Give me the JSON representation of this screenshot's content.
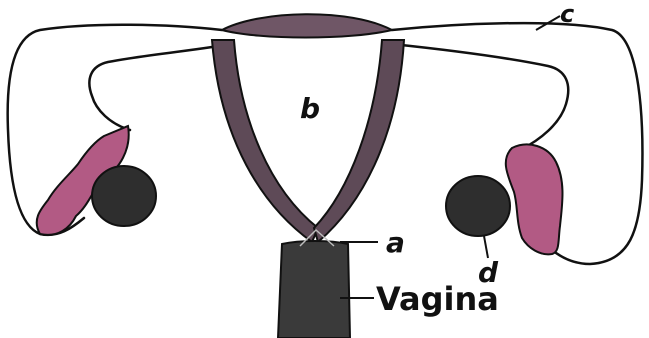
{
  "labels": {
    "a": "a",
    "b": "b",
    "c": "c",
    "d": "d",
    "vagina": "Vagina"
  },
  "colors": {
    "outline": "#111111",
    "uterine_wall": "#5e4a57",
    "fundus": "#6f5666",
    "ovary_fill": "#2e2e2e",
    "fimbriae_fill": "#b25a84",
    "vagina_fill": "#3a3a3a",
    "background": "#ffffff"
  }
}
